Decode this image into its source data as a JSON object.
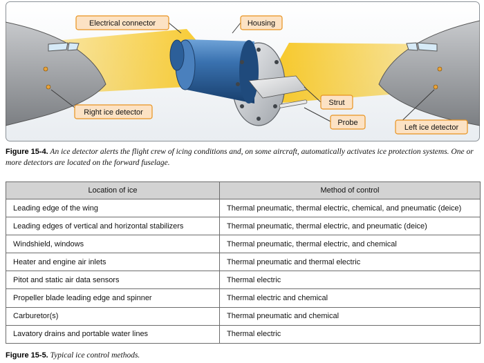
{
  "figure": {
    "callouts": {
      "electrical_connector": "Electrical connector",
      "housing": "Housing",
      "strut": "Strut",
      "probe": "Probe",
      "right_ice_detector": "Right ice detector",
      "left_ice_detector": "Left ice detector"
    },
    "colors": {
      "callout_fill": "#fce2c4",
      "callout_stroke": "#e8921e",
      "beam": "#f7c20e",
      "housing": "#2c5f99",
      "flange": "#c9cdd2",
      "fuselage": "#9a9c9f",
      "background_top": "#ffffff",
      "background_bottom": "#eceff2"
    },
    "icons": [
      "aircraft-nose-left",
      "aircraft-nose-right",
      "ice-detector-unit"
    ]
  },
  "caption_1": {
    "label": "Figure 15-4.",
    "text": " An ice detector alerts the flight crew of icing conditions and, on some aircraft, automatically activates ice protection systems. One or more detectors are located on the forward fuselage."
  },
  "table": {
    "headers": [
      "Location of ice",
      "Method of control"
    ],
    "rows": [
      [
        "Leading edge of the wing",
        "Thermal pneumatic, thermal electric, chemical, and pneumatic (deice)"
      ],
      [
        "Leading edges of vertical and horizontal stabilizers",
        "Thermal pneumatic, thermal electric, and pneumatic (deice)"
      ],
      [
        "Windshield, windows",
        "Thermal pneumatic, thermal electric, and chemical"
      ],
      [
        "Heater and engine air inlets",
        "Thermal pneumatic and thermal electric"
      ],
      [
        "Pitot and static air data sensors",
        "Thermal electric"
      ],
      [
        "Propeller blade leading edge and spinner",
        "Thermal electric and chemical"
      ],
      [
        "Carburetor(s)",
        "Thermal pneumatic and chemical"
      ],
      [
        "Lavatory drains and portable water lines",
        "Thermal electric"
      ]
    ]
  },
  "caption_2": {
    "label": "Figure 15-5.",
    "text": " Typical ice control methods."
  }
}
